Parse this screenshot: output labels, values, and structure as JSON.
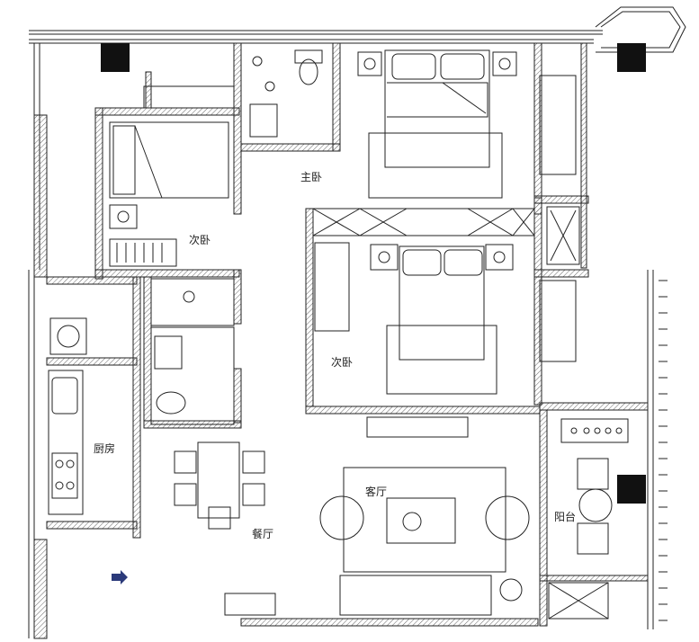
{
  "rooms": {
    "master_bedroom": "主卧",
    "second_bedroom_left": "次卧",
    "second_bedroom_center": "次卧",
    "kitchen": "厨房",
    "dining_room": "餐厅",
    "living_room": "客厅",
    "balcony": "阳台"
  },
  "colors": {
    "wall_line": "#222222",
    "wall_hatch": "#555555",
    "column_fill": "#111111",
    "entry_arrow": "#2b3a7a"
  }
}
